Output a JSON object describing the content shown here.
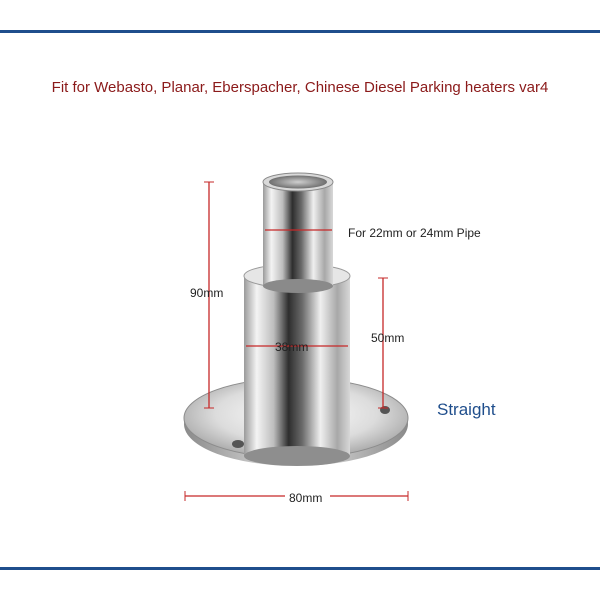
{
  "title": "Fit for Webasto, Planar, Eberspacher, Chinese Diesel Parking heaters var4",
  "dimensions": {
    "height_total": "90mm",
    "height_lower": "50mm",
    "diameter_lower": "38mm",
    "pipe_note": "For 22mm or 24mm Pipe",
    "base_diameter": "80mm"
  },
  "variant_label": "Straight",
  "colors": {
    "title": "#8b1a1a",
    "frame": "#1f4e8c",
    "variant_label": "#1f4e8c",
    "dimension_arrow": "#c62828"
  }
}
